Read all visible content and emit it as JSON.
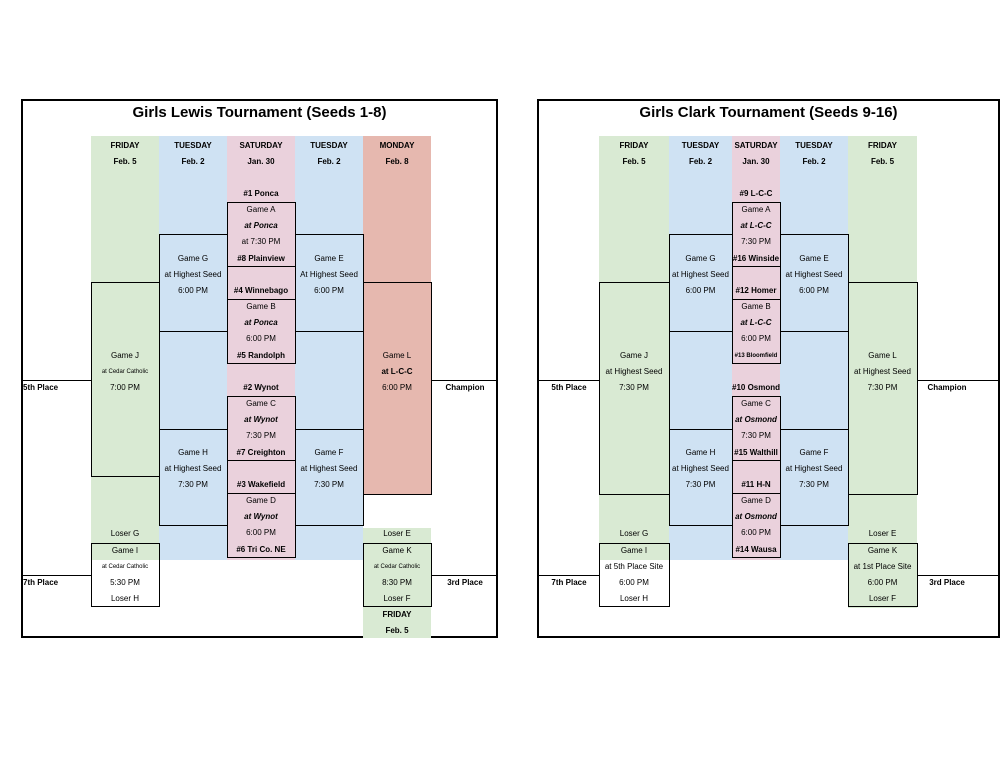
{
  "lewis": {
    "title": "Girls Lewis Tournament (Seeds 1-8)",
    "cols": [
      {
        "day": "FRIDAY",
        "date": "Feb. 5"
      },
      {
        "day": "TUESDAY",
        "date": "Feb. 2"
      },
      {
        "day": "SATURDAY",
        "date": "Jan. 30"
      },
      {
        "day": "TUESDAY",
        "date": "Feb. 2"
      },
      {
        "day": "MONDAY",
        "date": "Feb. 8"
      }
    ],
    "seeds": [
      "#1 Ponca",
      "#8 Plainview",
      "#4 Winnebago",
      "#5 Randolph",
      "#2 Wynot",
      "#7 Creighton",
      "#3 Wakefield",
      "#6 Tri Co. NE"
    ],
    "game_a": {
      "name": "Game A",
      "site": "at Ponca",
      "time": "at 7:30 PM"
    },
    "game_b": {
      "name": "Game B",
      "site": "at Ponca",
      "time": "6:00 PM"
    },
    "game_c": {
      "name": "Game C",
      "site": "at Wynot",
      "time": "7:30 PM"
    },
    "game_d": {
      "name": "Game D",
      "site": "at Wynot",
      "time": "6:00 PM"
    },
    "game_g": {
      "name": "Game G",
      "site": "at Highest Seed",
      "time": "6:00 PM"
    },
    "game_e": {
      "name": "Game E",
      "site": "At Highest Seed",
      "time": "6:00 PM"
    },
    "game_h": {
      "name": "Game H",
      "site": "at Highest Seed",
      "time": "7:30 PM"
    },
    "game_f": {
      "name": "Game F",
      "site": "at Highest Seed",
      "time": "7:30 PM"
    },
    "game_j": {
      "name": "Game J",
      "site": "at Cedar Catholic",
      "time": "7:00 PM"
    },
    "game_l": {
      "name": "Game L",
      "site": "at L-C-C",
      "time": "6:00 PM"
    },
    "game_i": {
      "name": "Game I",
      "site": "at Cedar Catholic",
      "time": "5:30 PM"
    },
    "game_k": {
      "name": "Game K",
      "site": "at Cedar Catholic",
      "time": "8:30 PM"
    },
    "loser_g": "Loser G",
    "loser_h": "Loser H",
    "loser_e": "Loser E",
    "loser_f": "Loser F",
    "fifth": "5th Place",
    "seventh": "7th Place",
    "champion": "Champion",
    "third": "3rd Place",
    "extra_day": "FRIDAY",
    "extra_date": "Feb. 5"
  },
  "clark": {
    "title": "Girls Clark Tournament (Seeds 9-16)",
    "cols": [
      {
        "day": "FRIDAY",
        "date": "Feb. 5"
      },
      {
        "day": "TUESDAY",
        "date": "Feb. 2"
      },
      {
        "day": "SATURDAY",
        "date": "Jan. 30"
      },
      {
        "day": "TUESDAY",
        "date": "Feb. 2"
      },
      {
        "day": "FRIDAY",
        "date": "Feb. 5"
      }
    ],
    "seeds": [
      "#9 L-C-C",
      "#16 Winside",
      "#12 Homer",
      "#13 Bloomfield",
      "#10 Osmond",
      "#15 Walthill",
      "#11 H-N",
      "#14 Wausa"
    ],
    "game_a": {
      "name": "Game A",
      "site": "at L-C-C",
      "time": "7:30 PM"
    },
    "game_b": {
      "name": "Game B",
      "site": "at L-C-C",
      "time": "6:00 PM"
    },
    "game_c": {
      "name": "Game C",
      "site": "at Osmond",
      "time": "7:30 PM"
    },
    "game_d": {
      "name": "Game D",
      "site": "at Osmond",
      "time": "6:00 PM"
    },
    "game_g": {
      "name": "Game G",
      "site": "at Highest Seed",
      "time": "6:00 PM"
    },
    "game_e": {
      "name": "Game E",
      "site": "at Highest Seed",
      "time": "6:00 PM"
    },
    "game_h": {
      "name": "Game H",
      "site": "at Highest Seed",
      "time": "7:30 PM"
    },
    "game_f": {
      "name": "Game F",
      "site": "at Highest Seed",
      "time": "7:30 PM"
    },
    "game_j": {
      "name": "Game J",
      "site": "at Highest Seed",
      "time": "7:30 PM"
    },
    "game_l": {
      "name": "Game L",
      "site": "at Highest Seed",
      "time": "7:30 PM"
    },
    "game_i": {
      "name": "Game I",
      "site": "at 5th Place Site",
      "time": "6:00 PM"
    },
    "game_k": {
      "name": "Game K",
      "site": "at 1st Place Site",
      "time": "6:00 PM"
    },
    "loser_g": "Loser G",
    "loser_h": "Loser H",
    "loser_e": "Loser E",
    "loser_f": "Loser F",
    "fifth": "5th Place",
    "seventh": "7th Place",
    "champion": "Champion",
    "third": "3rd Place"
  }
}
